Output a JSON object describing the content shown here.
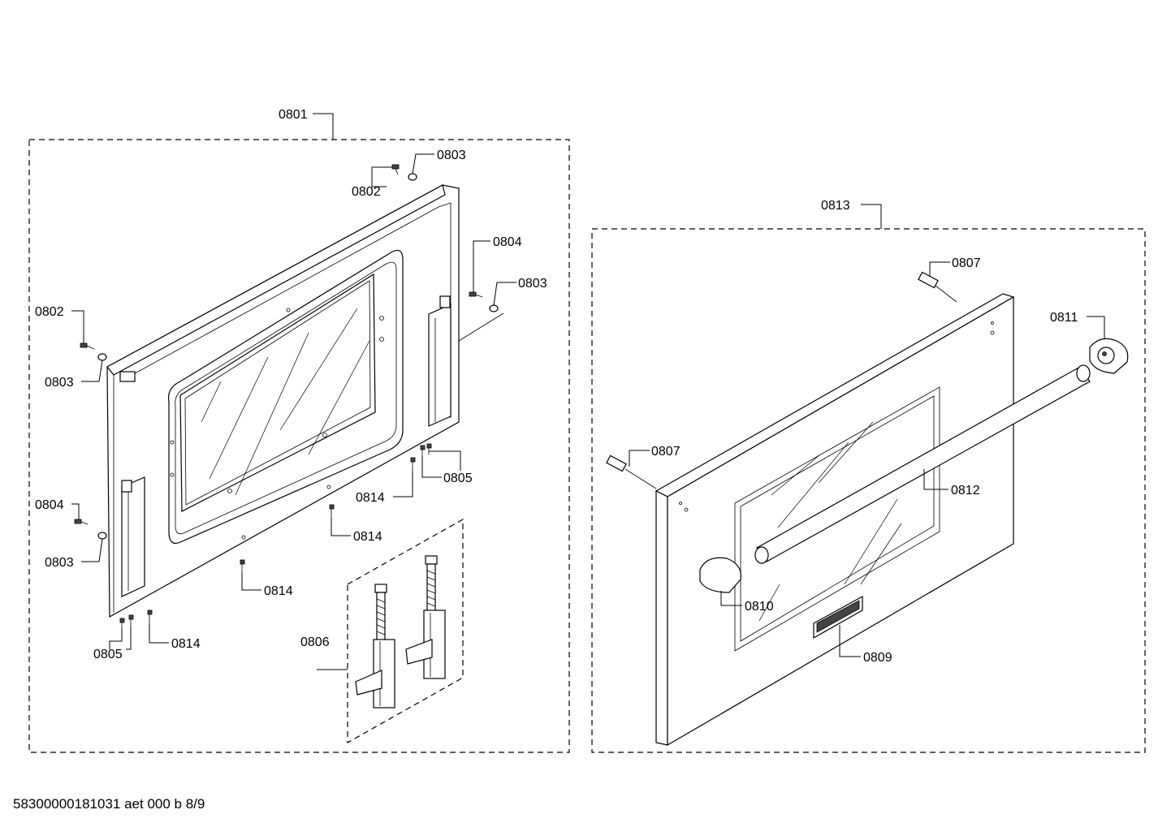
{
  "footer": {
    "drawing_id": "58300000181031 aet 000 b 8/9"
  },
  "labels": {
    "l0801": "0801",
    "l0802_top": "0802",
    "l0803_top": "0803",
    "l0804_right": "0804",
    "l0803_right": "0803",
    "l0802_left": "0802",
    "l0803_left": "0803",
    "l0804_left": "0804",
    "l0803_left_low": "0803",
    "l0805_right": "0805",
    "l0814_a": "0814",
    "l0814_b": "0814",
    "l0814_c": "0814",
    "l0805_left": "0805",
    "l0814_d": "0814",
    "l0806": "0806",
    "l0813": "0813",
    "l0807_top": "0807",
    "l0811": "0811",
    "l0807_left": "0807",
    "l0812": "0812",
    "l0810": "0810",
    "l0809": "0809"
  },
  "brand_badge": {
    "logo": "brand-logo-plate"
  }
}
